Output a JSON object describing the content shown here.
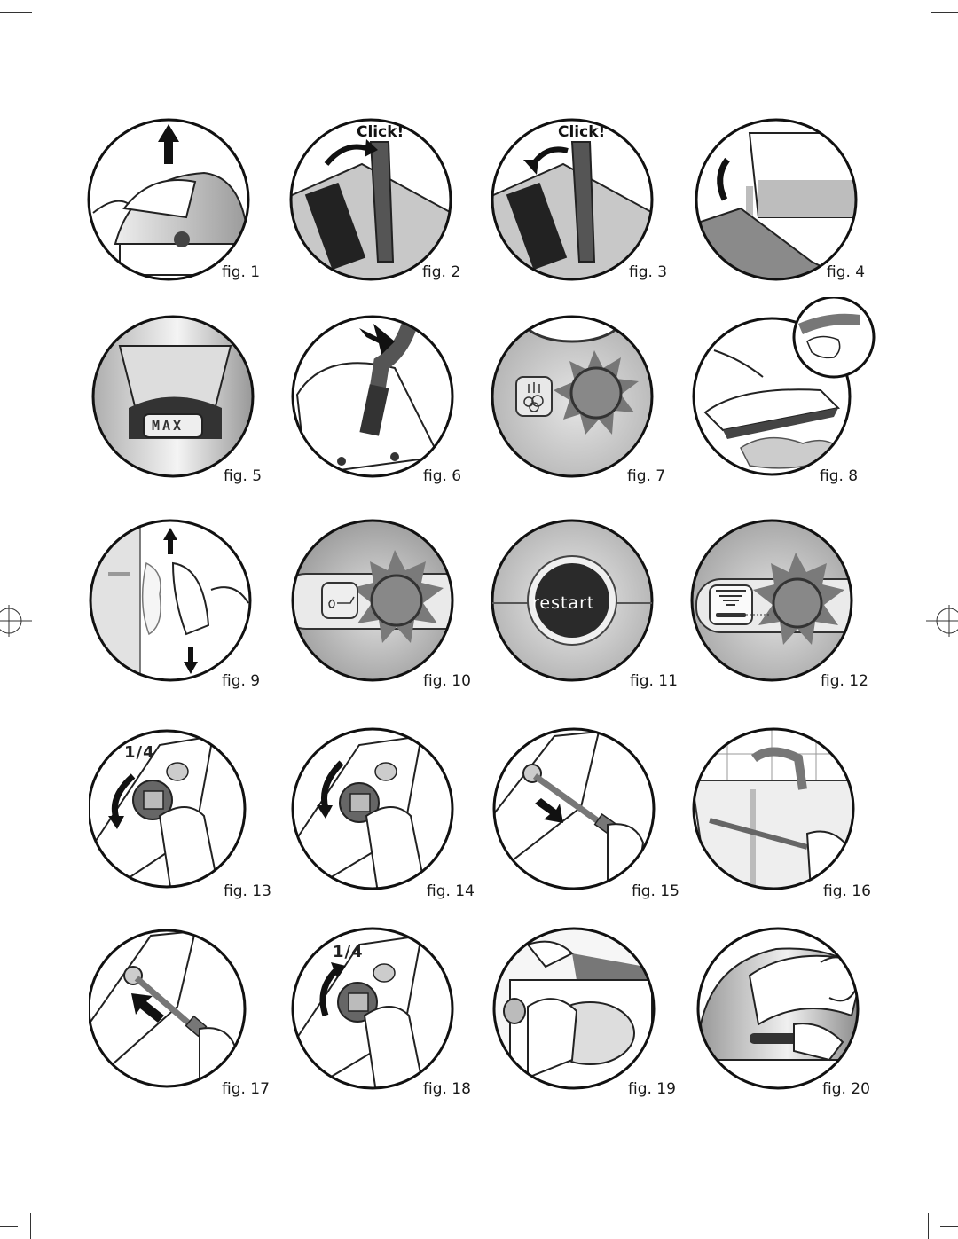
{
  "figures": [
    {
      "label": "fig. 1"
    },
    {
      "label": "fig. 2",
      "annotation": "Click!"
    },
    {
      "label": "fig. 3",
      "annotation": "Click!"
    },
    {
      "label": "fig. 4"
    },
    {
      "label": "fig. 5",
      "annotation": "MAX"
    },
    {
      "label": "fig. 6"
    },
    {
      "label": "fig. 7"
    },
    {
      "label": "fig. 8"
    },
    {
      "label": "fig. 9"
    },
    {
      "label": "fig. 10"
    },
    {
      "label": "fig. 11",
      "annotation": "restart"
    },
    {
      "label": "fig. 12"
    },
    {
      "label": "fig. 13",
      "annotation": "1/4"
    },
    {
      "label": "fig. 14"
    },
    {
      "label": "fig. 15"
    },
    {
      "label": "fig. 16"
    },
    {
      "label": "fig. 17"
    },
    {
      "label": "fig. 18",
      "annotation": "1/4"
    },
    {
      "label": "fig. 19"
    },
    {
      "label": "fig. 20"
    }
  ],
  "colors": {
    "ink": "#1a1a1a",
    "button_dark": "#2a2a2a",
    "grey_fill": "#bdbdbd"
  }
}
